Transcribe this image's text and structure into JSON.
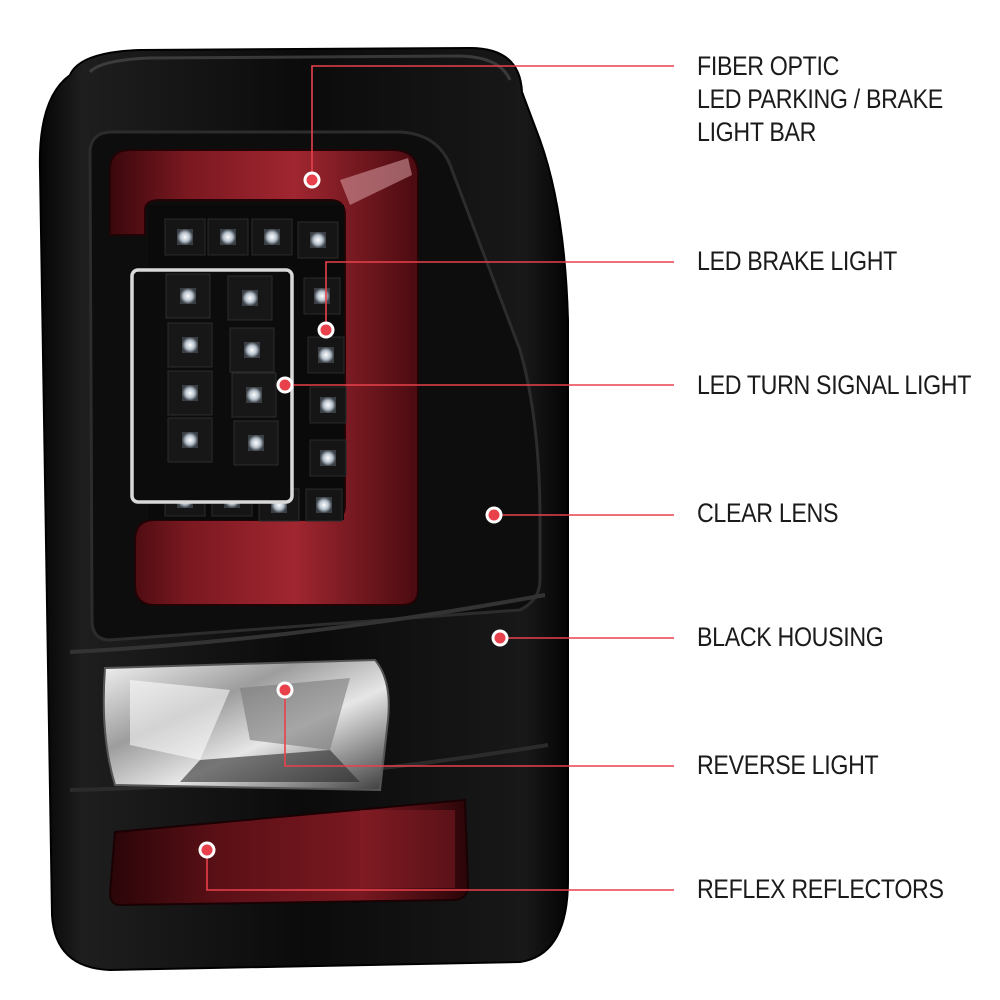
{
  "accent_color": "#e8414b",
  "callouts": [
    {
      "id": "fiber-optic",
      "lines": [
        "FIBER OPTIC",
        "LED PARKING / BRAKE",
        "LIGHT BAR"
      ]
    },
    {
      "id": "led-brake",
      "lines": [
        "LED BRAKE LIGHT"
      ]
    },
    {
      "id": "led-turn-signal",
      "lines": [
        "LED TURN SIGNAL LIGHT"
      ]
    },
    {
      "id": "clear-lens",
      "lines": [
        "CLEAR LENS"
      ]
    },
    {
      "id": "black-housing",
      "lines": [
        "BLACK HOUSING"
      ]
    },
    {
      "id": "reverse-light",
      "lines": [
        "REVERSE LIGHT"
      ]
    },
    {
      "id": "reflex-reflectors",
      "lines": [
        "REFLEX REFLECTORS"
      ]
    }
  ]
}
